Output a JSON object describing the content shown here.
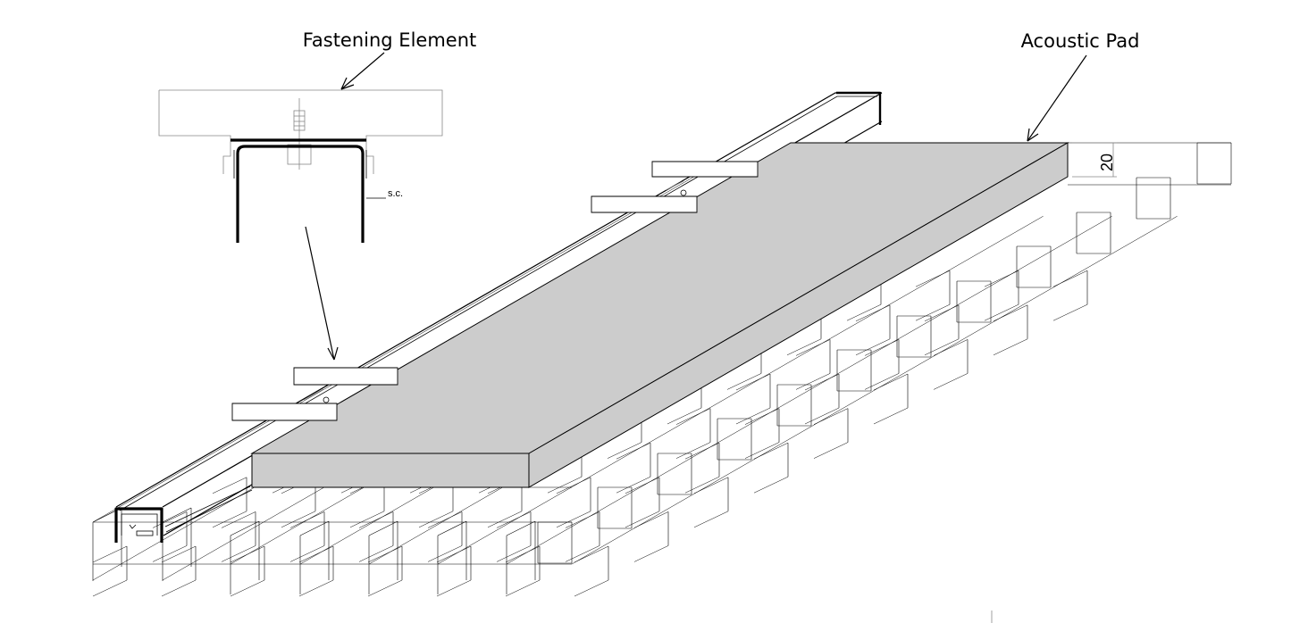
{
  "labels": {
    "fastening_element": "Fastening Element",
    "acoustic_pad": "Acoustic Pad",
    "spacing_abbrev": "s.c.",
    "pad_thickness": "20"
  },
  "colors": {
    "pad_fill": "#cccccc",
    "line": "#000000",
    "background": "#ffffff"
  }
}
